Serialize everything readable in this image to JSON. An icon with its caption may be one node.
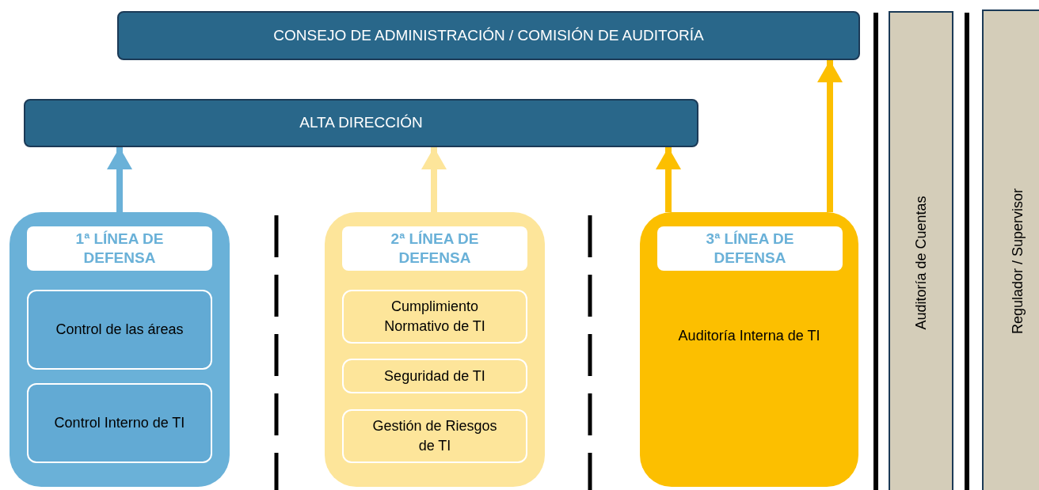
{
  "diagram": {
    "nodes": [
      {
        "text": [
          "CONSEJO DE ADMINISTRACIÓN / COMISIÓN DE AUDITORÍA"
        ]
      },
      {
        "text": [
          "ALTA DIRECCIÓN"
        ]
      },
      {
        "text": [
          "1ª LÍNEA DE DEFENSA"
        ]
      },
      {
        "text": [
          "Control de las áreas"
        ],
        "in": 2
      },
      {
        "text": [
          "Control Interno de TI"
        ],
        "in": 2
      },
      {
        "text": [
          "2ª LÍNEA DE DEFENSA"
        ]
      },
      {
        "text": [
          "Cumplimiento Normativo de TI"
        ],
        "in": 5
      },
      {
        "text": [
          "Seguridad de TI"
        ],
        "in": 5
      },
      {
        "text": [
          "Gestión de Riesgos de TI"
        ],
        "in": 5
      },
      {
        "text": [
          "3ª LÍNEA DE DEFENSA",
          "Auditoría Interna de TI"
        ]
      },
      {
        "text": [
          "Auditoría de Cuentas"
        ]
      },
      {
        "text": [
          "Regulador / Supervisor"
        ]
      }
    ],
    "edges": [
      {
        "from": 2,
        "to": 1,
        "arrow": "to",
        "color": "#6ab1d8"
      },
      {
        "from": 5,
        "to": 1,
        "arrow": "to",
        "color": "#fde59a"
      },
      {
        "from": 9,
        "to": 1,
        "arrow": "to"
      },
      {
        "from": 9,
        "to": 0,
        "arrow": "to"
      }
    ]
  }
}
